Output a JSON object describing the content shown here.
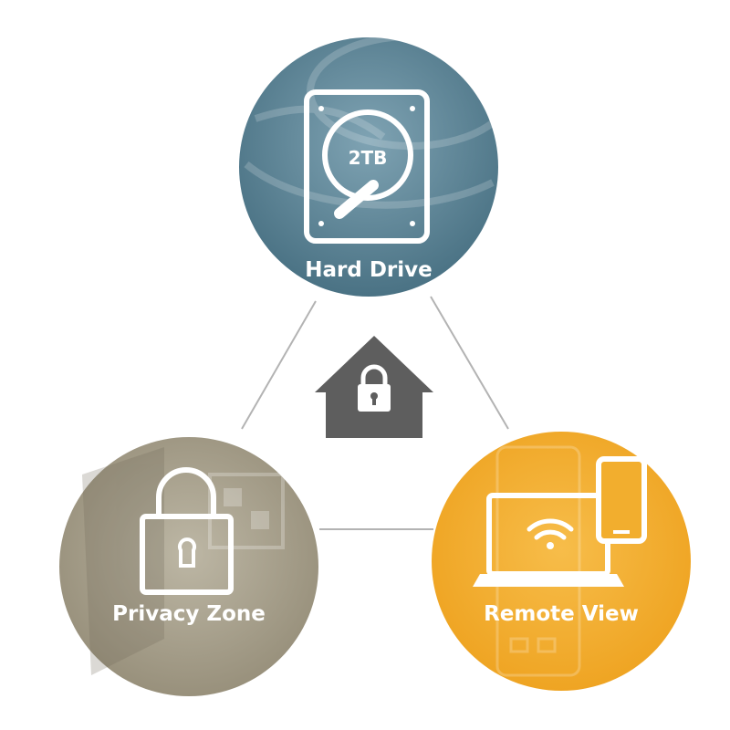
{
  "features": [
    {
      "id": "hard-drive",
      "label": "Hard Drive",
      "capacity": "2TB",
      "icon": "hard-drive-icon",
      "color": "#5d8597"
    },
    {
      "id": "privacy-zone",
      "label": "Privacy Zone",
      "icon": "padlock-icon",
      "color": "#a8a18f"
    },
    {
      "id": "remote-view",
      "label": "Remote View",
      "icon": "laptop-phone-wifi-icon",
      "color": "#f2ae2e"
    }
  ],
  "center": {
    "icon": "secure-home-icon",
    "color": "#5e5e5e"
  },
  "connector_color": "#b3b3b3"
}
